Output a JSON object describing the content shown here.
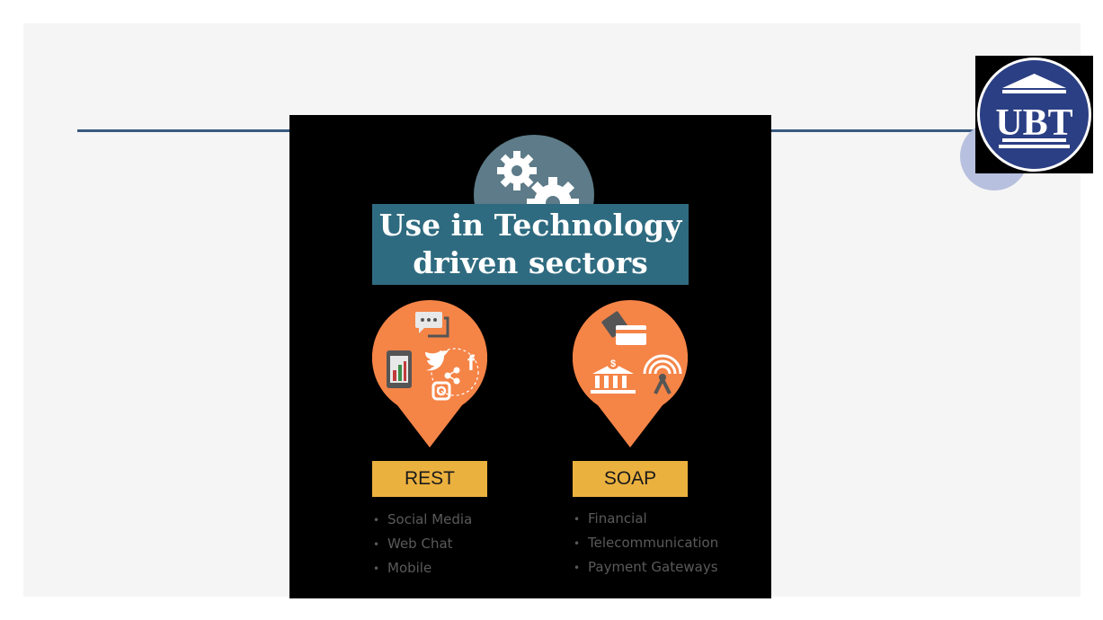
{
  "title": {
    "line1": "Use in Technology",
    "line2": "driven sectors"
  },
  "logo": {
    "text": "UBT"
  },
  "rest": {
    "label": "REST",
    "items": [
      "Social Media",
      "Web Chat",
      "Mobile"
    ]
  },
  "soap": {
    "label": "SOAP",
    "items": [
      "Financial",
      "Telecommunication",
      "Payment Gateways"
    ]
  },
  "colors": {
    "slide_bg": "#f5f5f5",
    "rule": "#3a5a80",
    "banner": "#2f6b80",
    "pin": "#f58447",
    "label_box": "#ebb13f",
    "logo_blue": "#2b3f84"
  },
  "icons": {
    "rest": [
      "chat-icon",
      "phone-chart-icon",
      "twitter-icon",
      "share-icon",
      "facebook-icon",
      "instagram-icon"
    ],
    "soap": [
      "card-icon",
      "bank-icon",
      "antenna-icon"
    ]
  }
}
